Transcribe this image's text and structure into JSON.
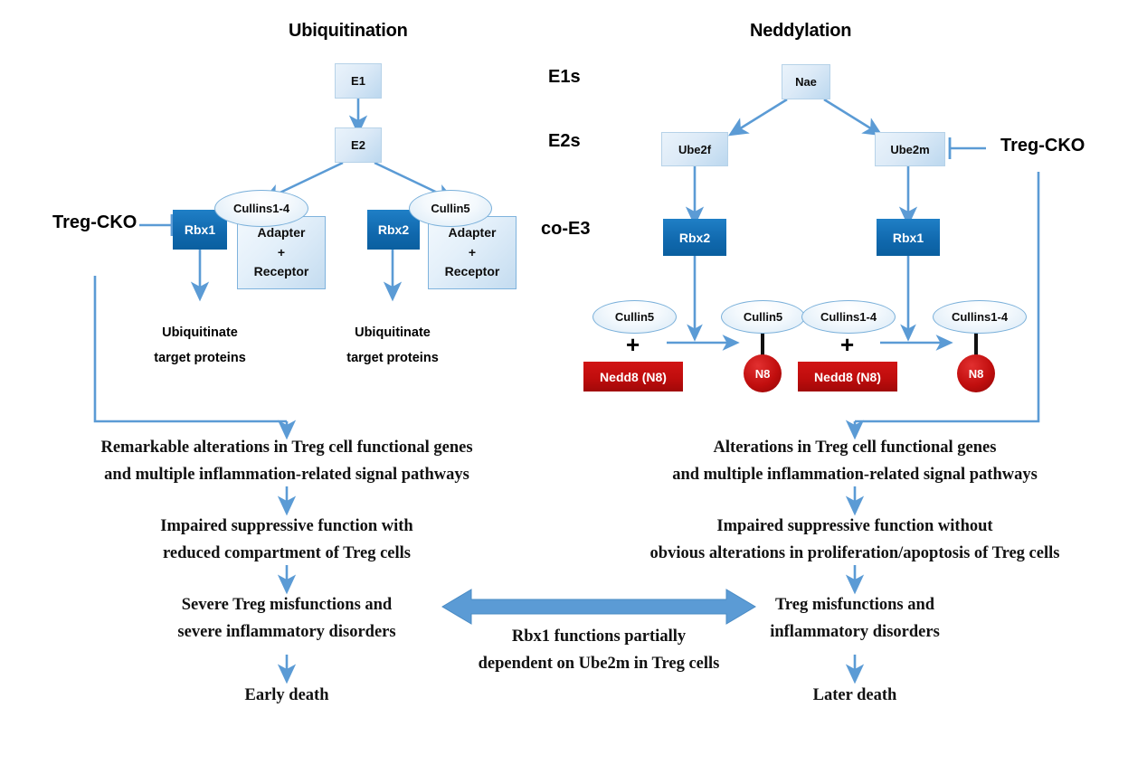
{
  "figure": {
    "kind": "pathway-diagram",
    "titles": {
      "left": "Ubiquitination",
      "right": "Neddylation"
    },
    "stage_labels": {
      "e1": "E1s",
      "e2": "E2s",
      "e3": "co-E3"
    },
    "colors": {
      "arrow_blue": "#5b9bd5",
      "box_dark_blue": "#1068ad",
      "nedd8_red": "#c00d0d",
      "light_blue_fill": "#dceaf7",
      "text_black": "#111111"
    }
  },
  "ubiquitination": {
    "e1_box": "E1",
    "e2_box": "E2",
    "branches": [
      {
        "rbx": "Rbx1",
        "cullin": "Cullins1-4",
        "adapter": {
          "line1": "Adapter",
          "line2": "+",
          "line3": "Receptor"
        },
        "output_line1": "Ubiquitinate",
        "output_line2": "target proteins"
      },
      {
        "rbx": "Rbx2",
        "cullin": "Cullin5",
        "adapter": {
          "line1": "Adapter",
          "line2": "+",
          "line3": "Receptor"
        },
        "output_line1": "Ubiquitinate",
        "output_line2": "target proteins"
      }
    ],
    "knockout_label": "Treg-CKO"
  },
  "neddylation": {
    "nae_box": "Nae",
    "branches": [
      {
        "e2": "Ube2f",
        "rbx": "Rbx2",
        "substrate_cullin": "Cullin5",
        "nedd8_box": "Nedd8 (N8)",
        "plus": "+",
        "product_cullin": "Cullin5",
        "product_tag": "N8"
      },
      {
        "e2": "Ube2m",
        "rbx": "Rbx1",
        "substrate_cullin": "Cullins1-4",
        "nedd8_box": "Nedd8 (N8)",
        "plus": "+",
        "product_cullin": "Cullins1-4",
        "product_tag": "N8"
      }
    ],
    "knockout_label": "Treg-CKO"
  },
  "outcomes_left": {
    "step1": {
      "line1": "Remarkable alterations in Treg cell functional genes",
      "line2": "and multiple inflammation-related signal pathways"
    },
    "step2": {
      "line1": "Impaired suppressive function with",
      "line2": "reduced compartment of Treg cells"
    },
    "step3": {
      "line1": "Severe Treg misfunctions and",
      "line2": "severe inflammatory disorders"
    },
    "step4": {
      "line1": "Early death"
    }
  },
  "outcomes_right": {
    "step1": {
      "line1": "Alterations in Treg cell functional genes",
      "line2": "and multiple inflammation-related signal pathways"
    },
    "step2": {
      "line1": "Impaired suppressive function without",
      "line2": "obvious alterations in proliferation/apoptosis of Treg cells"
    },
    "step3": {
      "line1": "Treg misfunctions and",
      "line2": "inflammatory disorders"
    },
    "step4": {
      "line1": "Later death"
    }
  },
  "comparison": {
    "line1": "Rbx1 functions partially",
    "line2": "dependent on Ube2m in Treg cells"
  }
}
